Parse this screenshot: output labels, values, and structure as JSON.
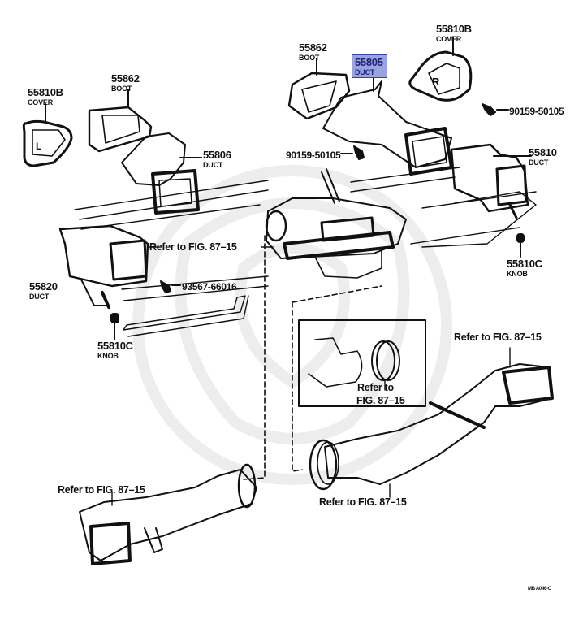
{
  "diagram": {
    "title_code": "MB A046-C",
    "highlight_color": "#9aa3e0",
    "highlight_border": "#3a44a8",
    "parts": [
      {
        "id": "cover-left",
        "number": "55810B",
        "name": "COVER"
      },
      {
        "id": "boot-left",
        "number": "55862",
        "name": "BOOT"
      },
      {
        "id": "duct-55806",
        "number": "55806",
        "name": "DUCT"
      },
      {
        "id": "boot-right",
        "number": "55862",
        "name": "BOOT"
      },
      {
        "id": "duct-55805",
        "number": "55805",
        "name": "DUCT",
        "highlighted": true
      },
      {
        "id": "cover-right",
        "number": "55810B",
        "name": "COVER"
      },
      {
        "id": "screw-right",
        "number": "90159-50105"
      },
      {
        "id": "screw-center",
        "number": "90159-50105"
      },
      {
        "id": "duct-55810",
        "number": "55810",
        "name": "DUCT"
      },
      {
        "id": "knob-right",
        "number": "55810C",
        "name": "KNOB"
      },
      {
        "id": "duct-55820",
        "number": "55820",
        "name": "DUCT"
      },
      {
        "id": "screw-93567",
        "number": "93567-66016"
      },
      {
        "id": "knob-left",
        "number": "55810C",
        "name": "KNOB"
      }
    ],
    "references": [
      "Refer to FIG. 87–15",
      "Refer to FIG. 87–15",
      "Refer to FIG. 87–15",
      "Refer to FIG. 87–15"
    ],
    "inset_reference": {
      "line1": "Refer to",
      "line2": "FIG. 87–15"
    }
  }
}
